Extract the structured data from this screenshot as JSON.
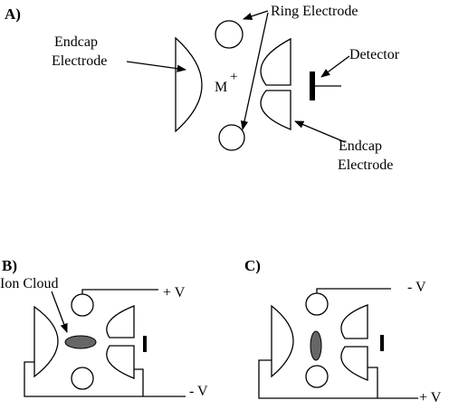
{
  "panel_a": {
    "label": "A)",
    "ring_electrode": "Ring Electrode",
    "endcap_left_line1": "Endcap",
    "endcap_left_line2": "Electrode",
    "ion": "M",
    "ion_charge": "+",
    "detector": "Detector",
    "endcap_right_line1": "Endcap",
    "endcap_right_line2": "Electrode"
  },
  "panel_b": {
    "label": "B)",
    "ion_cloud": "Ion Cloud",
    "top_voltage": "+ V",
    "bottom_voltage": "- V"
  },
  "panel_c": {
    "label": "C)",
    "top_voltage": "- V",
    "bottom_voltage": "+ V"
  },
  "colors": {
    "line": "#000000",
    "ion_cloud": "#666666",
    "background": "#ffffff"
  }
}
